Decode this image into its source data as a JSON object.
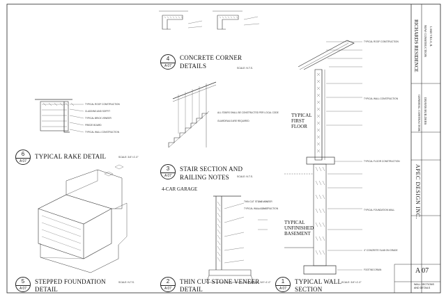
{
  "details": {
    "d1": {
      "num": "1",
      "sheet": "A 07",
      "line1": "TYPICAL WALL",
      "line2": "SECTION",
      "scale": "SCALE: 3/4\"=1'-0\""
    },
    "d2": {
      "num": "2",
      "sheet": "A 07",
      "line1": "THIN CUT STONE VENEER",
      "line2": "DETAIL",
      "scale": "SCALE: 3/4\"=1'-0\""
    },
    "d3": {
      "num": "3",
      "sheet": "A 07",
      "line1": "STAIR SECTION AND",
      "line2": "RAILING NOTES",
      "scale": "SCALE: N.T.S."
    },
    "d4": {
      "num": "4",
      "sheet": "A 07",
      "line1": "CONCRETE CORNER",
      "line2": "DETAILS",
      "scale": "SCALE: N.T.S."
    },
    "d5": {
      "num": "5",
      "sheet": "A 07",
      "line1": "STEPPED FOUNDATION",
      "line2": "DETAIL",
      "scale": "SCALE: N.T.S."
    },
    "d6": {
      "num": "6",
      "sheet": "A 07",
      "line1": "TYPICAL RAKE DETAIL",
      "scale": "SCALE: 3/4\"=1'-0\""
    }
  },
  "section_labels": {
    "first_floor_1": "TYPICAL",
    "first_floor_2": "FIRST",
    "first_floor_3": "FLOOR",
    "basement_1": "TYPICAL",
    "basement_2": "UNFINISHED",
    "basement_3": "BASEMENT",
    "garage": "4-CAR GARAGE"
  },
  "notes": {
    "rake_1": "TYPICAL ROOF CONSTRUCTION",
    "rake_2": "CLADDING AND SOFFIT",
    "rake_3": "TYPICAL BRICK VENEER",
    "rake_4": "FRIEZE BOARD",
    "rake_5": "TYPICAL WALL CONSTRUCTION",
    "stair_1": "ALL STAIRS SHALL BE CONSTRUCTED PER LOCAL CODE",
    "stair_2": "GUARDRAILS ARE REQUIRED",
    "wall_1": "TYPICAL ROOF CONSTRUCTION",
    "wall_2": "TYPICAL FLOOR CONSTRUCTION",
    "wall_3": "TYPICAL WALL CONSTRUCTION",
    "wall_4": "TYPICAL FOUNDATION WALL",
    "wall_5": "4\" CONCRETE SLAB ON GRADE",
    "wall_6": "FOOTING DRAIN",
    "stone_1": "THIN CUT STONE VENEER",
    "stone_2": "TYPICAL WALL CONSTRUCTION"
  },
  "title_block": {
    "project": "RICHARDS RESIDENCE",
    "location": "NEW CONSTRUCTION",
    "city": "LAKE VILLA, IL",
    "contractor_label": "GENERAL CONTRACTOR:",
    "contractor": "DRAVIS BUILDERS",
    "firm": "APEC DESIGN INC.",
    "sheet_no": "A 07",
    "sheet_title": "WALL SECTIONS",
    "sheet_title_2": "AND DETAILS"
  }
}
